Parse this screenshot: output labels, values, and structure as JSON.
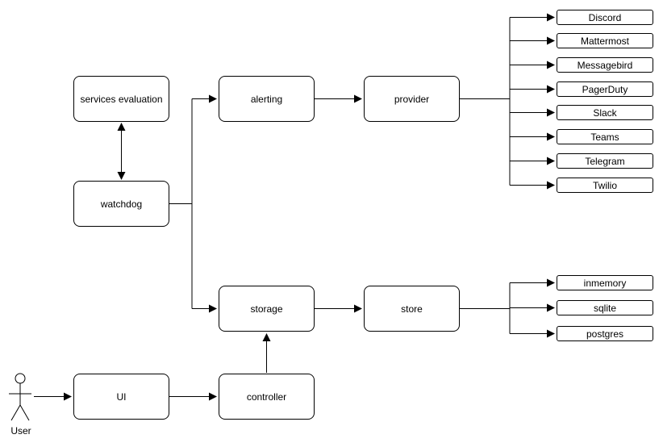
{
  "diagram": {
    "nodes": {
      "services_evaluation": "services evaluation",
      "watchdog": "watchdog",
      "alerting": "alerting",
      "provider": "provider",
      "storage": "storage",
      "store": "store",
      "ui": "UI",
      "controller": "controller"
    },
    "provider_targets": [
      "Discord",
      "Mattermost",
      "Messagebird",
      "PagerDuty",
      "Slack",
      "Teams",
      "Telegram",
      "Twilio"
    ],
    "store_targets": [
      "inmemory",
      "sqlite",
      "postgres"
    ],
    "actor": {
      "label": "User"
    },
    "colors": {
      "stroke": "#000000",
      "node_fill": "#ffffff",
      "background": "#ffffff"
    }
  }
}
